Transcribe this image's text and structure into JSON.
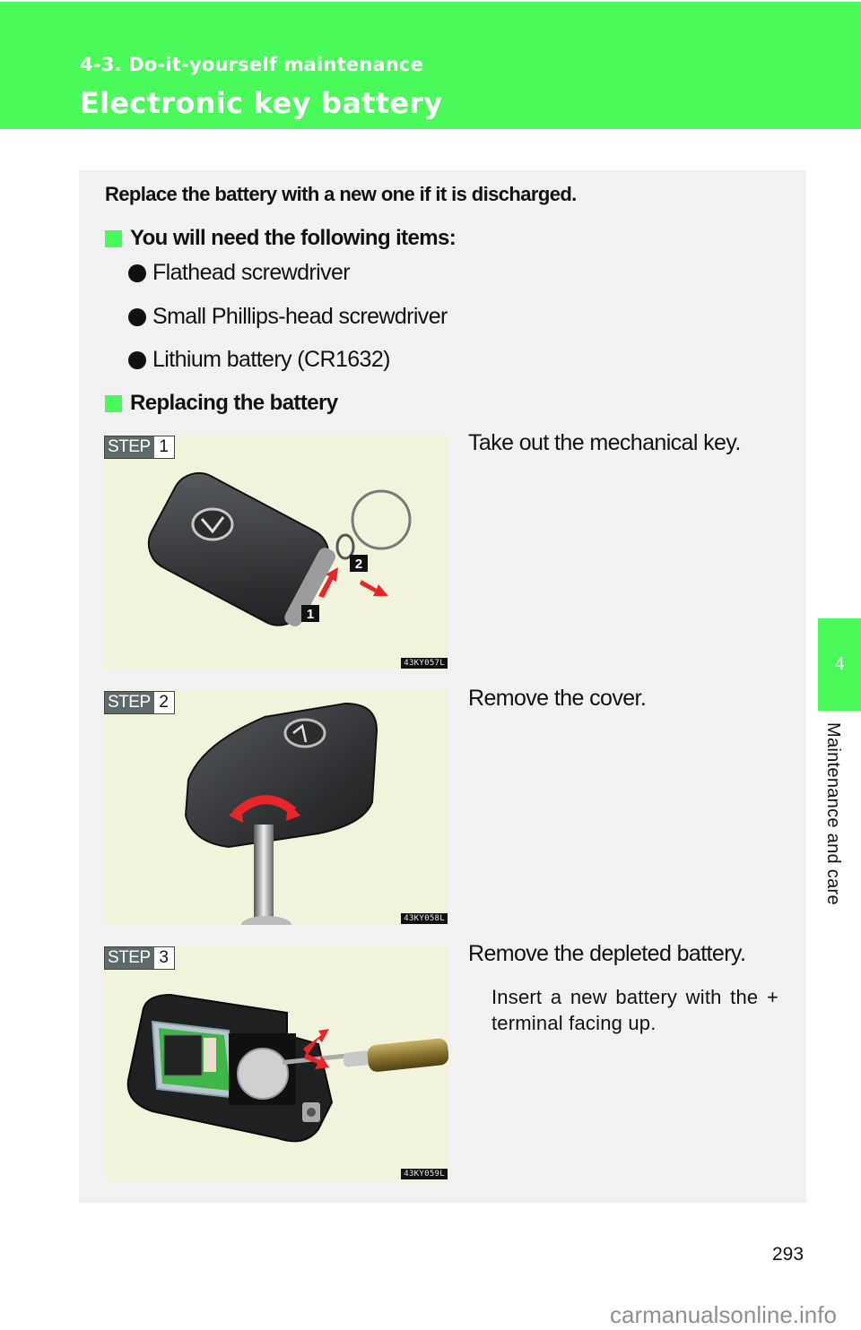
{
  "header": {
    "section": "4-3. Do-it-yourself maintenance",
    "title": "Electronic key battery",
    "background_color": "#4afa5a"
  },
  "side_tab": {
    "chapter_number": "4",
    "chapter_label": "Maintenance and care"
  },
  "content": {
    "intro": "Replace the battery with a new one if it is discharged.",
    "items_heading": "You will need the following items:",
    "items": [
      "Flathead screwdriver",
      "Small Phillips-head screwdriver",
      "Lithium battery (CR1632)"
    ],
    "replacing_heading": "Replacing the battery",
    "steps": [
      {
        "step_word": "STEP",
        "number": "1",
        "text": "Take out the mechanical key.",
        "figure_code": "43KY057L",
        "callouts": [
          "1",
          "2"
        ]
      },
      {
        "step_word": "STEP",
        "number": "2",
        "text": "Remove the cover.",
        "figure_code": "43KY058L"
      },
      {
        "step_word": "STEP",
        "number": "3",
        "text": "Remove the depleted battery.",
        "note": "Insert a new battery with the + terminal facing up.",
        "figure_code": "43KY059L"
      }
    ]
  },
  "footer": {
    "page_number": "293",
    "watermark": "carmanualsonline.info"
  }
}
